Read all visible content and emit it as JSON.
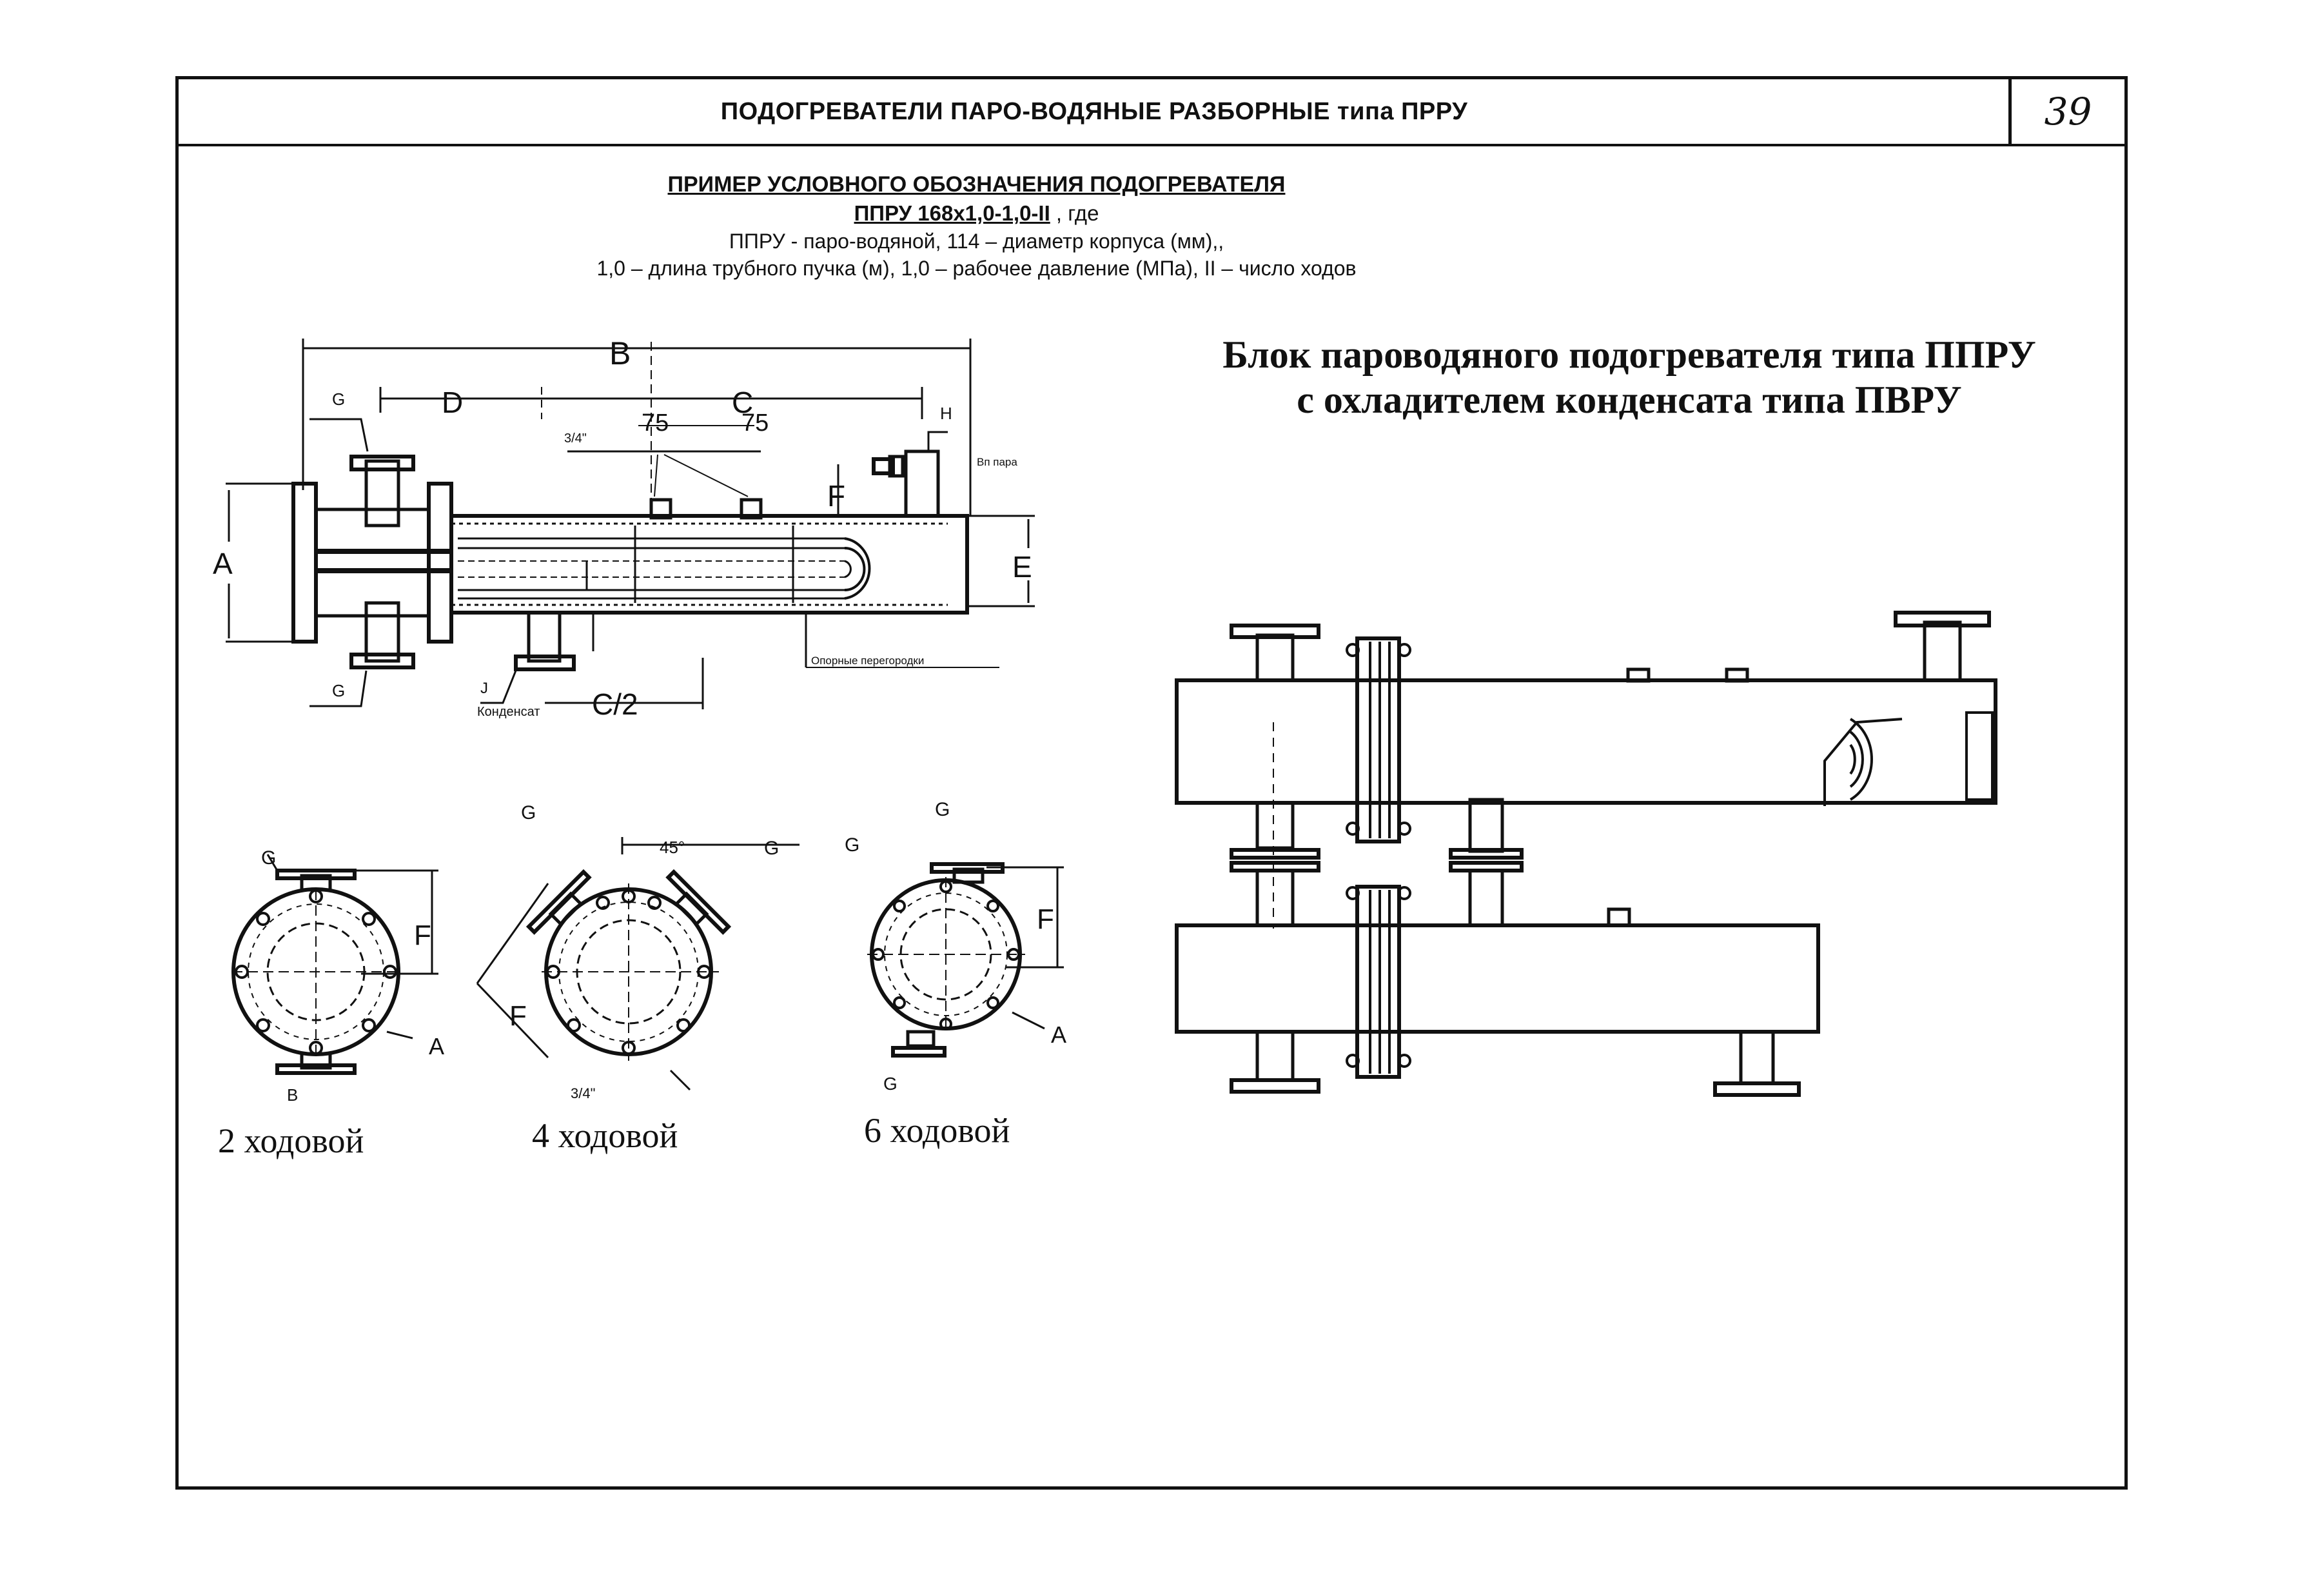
{
  "header": {
    "title": "ПОДОГРЕВАТЕЛИ ПАРО-ВОДЯНЫЕ РАЗБОРНЫЕ типа ПРРУ",
    "page_number": "39"
  },
  "example": {
    "title": "ПРИМЕР УСЛОВНОГО ОБОЗНАЧЕНИЯ ПОДОГРЕВАТЕЛЯ",
    "code": "ППРУ 168x1,0-1,0-II",
    "code_suffix": " , где",
    "line1": "ППРУ - паро-водяной, 114 – диаметр корпуса (мм),,",
    "line2": "1,0 – длина трубного пучка (м), 1,0 – рабочее давление (МПа), II – число ходов"
  },
  "block_title": {
    "line1": "Блок пароводяного подогревателя типа ППРУ",
    "line2": "с охладителем конденсата типа ПВРУ"
  },
  "side_view": {
    "dim_B": "B",
    "dim_D": "D",
    "dim_C": "C",
    "dim_A": "A",
    "dim_E": "E",
    "dim_F": "F",
    "dim_C2": "C/2",
    "dim_75a": "75",
    "dim_75b": "75",
    "thread": "3/4\"",
    "label_G_top": "G",
    "label_G_bottom": "G",
    "label_H": "H",
    "label_J": "J",
    "steam_in": "Вп пара",
    "condensate": "Конденсат",
    "baffles": "Опорные перегородки"
  },
  "end_views": [
    {
      "caption": "2 ходовой",
      "label_G": "G",
      "label_F": "F",
      "label_A": "A",
      "label_B": "B"
    },
    {
      "caption": "4 ходовой",
      "label_G_left": "G",
      "label_G_right": "G",
      "angle": "45°",
      "label_F": "F",
      "thread": "3/4\""
    },
    {
      "caption": "6 ходовой",
      "label_G_top": "G",
      "label_G_side": "G",
      "label_F": "F",
      "label_A": "A",
      "label_G_bottom": "G"
    }
  ],
  "colors": {
    "ink": "#111111",
    "paper": "#ffffff"
  }
}
